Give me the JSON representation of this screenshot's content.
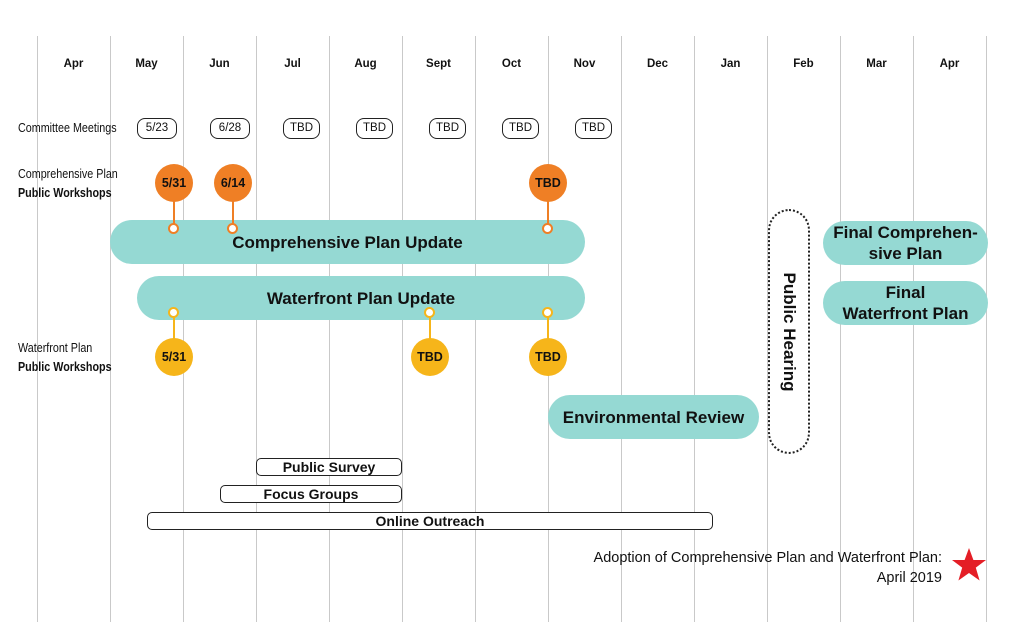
{
  "months": [
    "Apr",
    "May",
    "Jun",
    "Jul",
    "Aug",
    "Sept",
    "Oct",
    "Nov",
    "Dec",
    "Jan",
    "Feb",
    "Mar",
    "Apr"
  ],
  "labels": {
    "committee": "Committee Meetings",
    "comp_workshops_1": "Comprehensive Plan",
    "comp_workshops_2": "Public Workshops",
    "water_workshops_1": "Waterfront Plan",
    "water_workshops_2": "Public Workshops"
  },
  "committee_meetings": [
    "5/23",
    "6/28",
    "TBD",
    "TBD",
    "TBD",
    "TBD",
    "TBD"
  ],
  "comp_workshops": [
    "5/31",
    "6/14",
    "TBD"
  ],
  "water_workshops": [
    "5/31",
    "TBD",
    "TBD"
  ],
  "bars": {
    "comp_update": "Comprehensive Plan Update",
    "water_update": "Waterfront Plan Update",
    "env_review": "Environmental Review",
    "final_comp_1": "Final Comprehen-",
    "final_comp_2": "sive Plan",
    "final_water_1": "Final",
    "final_water_2": "Waterfront Plan"
  },
  "public_hearing": "Public Hearing",
  "outreach": {
    "survey": "Public Survey",
    "focus": "Focus Groups",
    "online": "Online Outreach"
  },
  "adoption": {
    "line1": "Adoption of Comprehensive Plan and Waterfront Plan:",
    "line2": "April 2019"
  },
  "colors": {
    "teal": "#95d9d3",
    "orange": "#ef7f25",
    "yellow": "#f6b51a",
    "star": "#e41e26"
  }
}
